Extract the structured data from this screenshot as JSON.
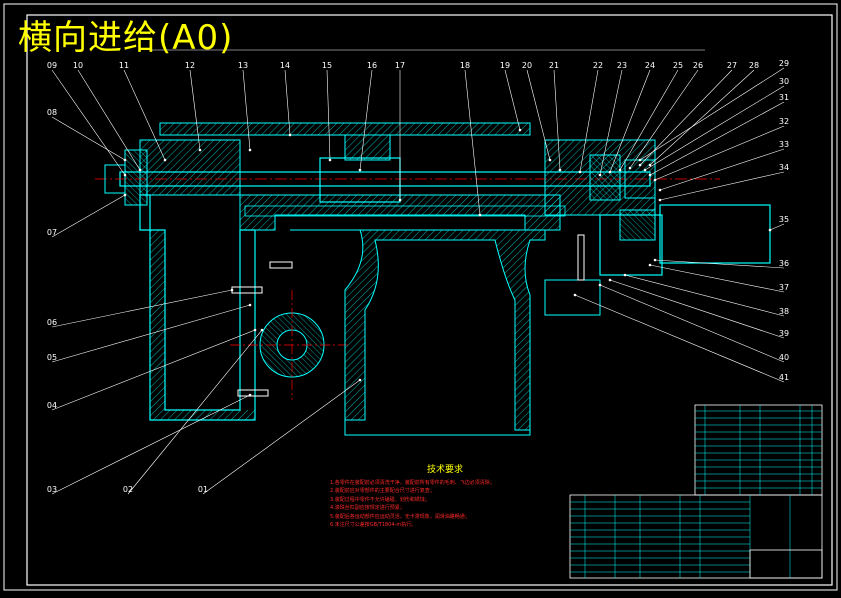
{
  "drawing": {
    "title": "横向进给(A0)",
    "colors": {
      "background": "#000000",
      "frame": "#ffffff",
      "leader": "#ffffff",
      "part": "#00ffff",
      "centerline": "#ff0000",
      "title_text": "#ffff00",
      "notes_text": "#ff2a2a",
      "table_text": "#00ffff"
    }
  },
  "balloons_top": [
    "09",
    "10",
    "11",
    "12",
    "13",
    "14",
    "15",
    "16",
    "17",
    "18",
    "19",
    "20",
    "21",
    "22",
    "23",
    "24",
    "25",
    "26",
    "27",
    "28"
  ],
  "balloons_left": [
    "08",
    "07",
    "06",
    "05",
    "04"
  ],
  "balloons_bottom": [
    "03",
    "02",
    "01"
  ],
  "balloons_right": [
    "29",
    "30",
    "31",
    "32",
    "33",
    "34",
    "35",
    "36",
    "37",
    "38",
    "39",
    "40",
    "41"
  ],
  "tech_notes": {
    "title": "技术要求",
    "lines": [
      "1.各零件在装配前必须清洗干净，装配前所有零件的毛刺、飞边必须清除；",
      "2.装配前应对零部件的主要配合尺寸进行复查；",
      "3.装配过程中零件不允许磕碰、划伤和锈蚀；",
      "4.滚珠丝杠副应按规定进行预紧；",
      "5.装配后各运动部件应运动灵活，无卡滞现象，润滑油路畅通；",
      "6.未注尺寸公差按GB/T1804-m执行。"
    ]
  }
}
